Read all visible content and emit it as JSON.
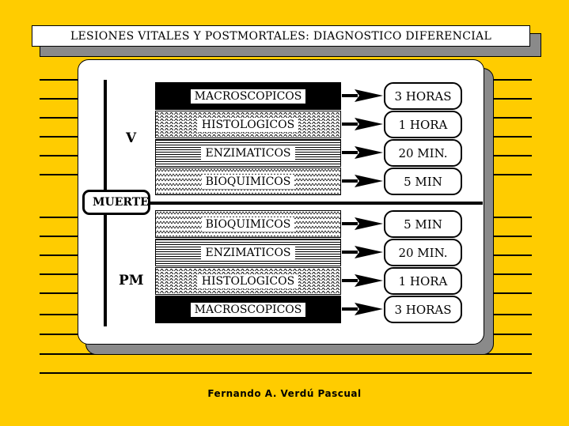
{
  "title": "LESIONES VITALES Y POSTMORTALES: DIAGNOSTICO DIFERENCIAL",
  "center_label": "MUERTE",
  "vital_label": "V",
  "postmortem_label": "PM",
  "vital_rows": [
    {
      "label": "MACROSCOPICOS",
      "time": "3 HORAS"
    },
    {
      "label": "HISTOLOGICOS",
      "time": "1 HORA"
    },
    {
      "label": "ENZIMATICOS",
      "time": "20 MIN."
    },
    {
      "label": "BIOQUIMICOS",
      "time": "5 MIN"
    }
  ],
  "postmortem_rows": [
    {
      "label": "BIOQUIMICOS",
      "time": "5 MIN"
    },
    {
      "label": "ENZIMATICOS",
      "time": "20 MIN."
    },
    {
      "label": "HISTOLOGICOS",
      "time": "1 HORA"
    },
    {
      "label": "MACROSCOPICOS",
      "time": "3 HORAS"
    }
  ],
  "author": "Fernando A. Verdú Pascual",
  "colors": {
    "background": "#FFCC00",
    "panel": "#FFFFFF",
    "shadow": "#8A8A8A",
    "ink": "#000000"
  }
}
